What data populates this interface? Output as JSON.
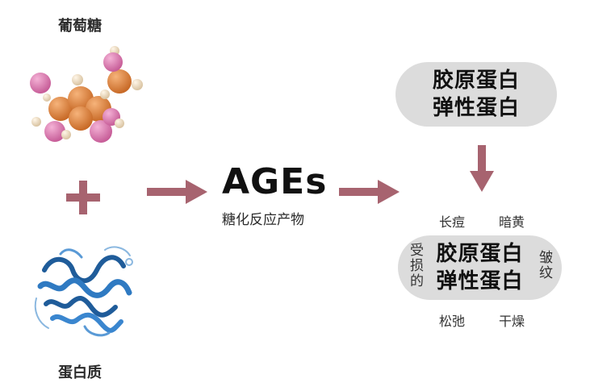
{
  "colors": {
    "arrow": "#a7636f",
    "pill_bg": "#dcdcdc",
    "protein": "#2a6fb3",
    "carbon": "#d9803e",
    "oxygen": "#d97bb0",
    "hydrogen": "#f1dcc0"
  },
  "inputs": {
    "glucose_label": "葡萄糖",
    "protein_label": "蛋白质",
    "plus_symbol": "+"
  },
  "product": {
    "title": "AGEs",
    "subtitle": "糖化反应产物"
  },
  "healthy": {
    "line1": "胶原蛋白",
    "line2": "弹性蛋白"
  },
  "damaged": {
    "line1": "胶原蛋白",
    "line2": "弹性蛋白",
    "left_label": [
      "受",
      "损",
      "的"
    ],
    "right_label": [
      "皱",
      "纹"
    ]
  },
  "effects": {
    "top_left": "长痘",
    "top_right": "暗黄",
    "bottom_left": "松弛",
    "bottom_right": "干燥"
  },
  "icons": {
    "glucose": "glucose-molecule-icon",
    "protein": "protein-structure-icon",
    "plus": "plus-icon",
    "arrow": "arrow-right-icon",
    "arrow_down": "arrow-down-icon"
  }
}
